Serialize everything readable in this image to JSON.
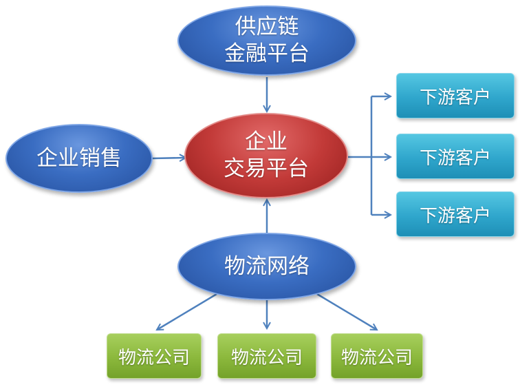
{
  "nodes": {
    "supply_chain": {
      "line1": "供应链",
      "line2": "金融平台"
    },
    "enterprise_sales": {
      "label": "企业销售"
    },
    "trading_platform": {
      "line1": "企业",
      "line2": "交易平台"
    },
    "logistics_network": {
      "label": "物流网络"
    },
    "downstream_customers": [
      "下游客户",
      "下游客户",
      "下游客户"
    ],
    "logistics_companies": [
      "物流公司",
      "物流公司",
      "物流公司"
    ]
  },
  "colors": {
    "arrow": "#4f81bd",
    "blue_node": "#3a6dc2",
    "red_node": "#c23a38",
    "cyan_box": "#2fa6cc",
    "green_box": "#8bb83c"
  }
}
